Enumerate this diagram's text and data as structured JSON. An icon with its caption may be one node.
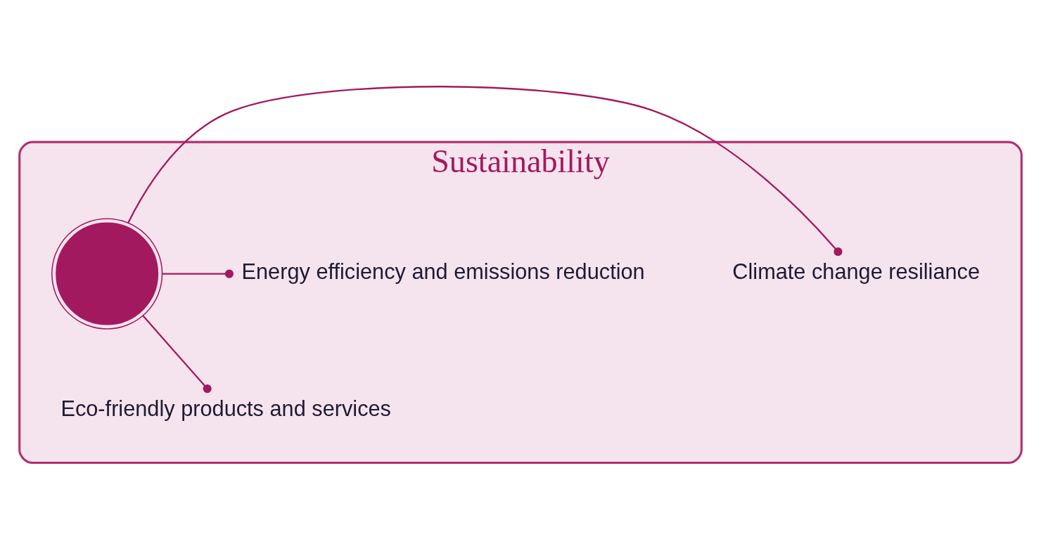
{
  "diagram": {
    "nodes": [
      {
        "text": [
          "Sustainability"
        ]
      },
      {
        "text": [
          "Climate change resiliance"
        ],
        "in": 0
      },
      {
        "text": [],
        "shape": "circle",
        "in": 0
      },
      {
        "text": [
          "Energy efficiency and emissions reduction"
        ],
        "in": 0
      },
      {
        "text": [
          "Eco-friendly products and services"
        ],
        "in": 0
      }
    ],
    "edges": [
      {
        "from": 2,
        "to": 1,
        "arrow": "other"
      },
      {
        "from": 2,
        "to": 3,
        "arrow": "other"
      },
      {
        "from": 2,
        "to": 4,
        "arrow": "other"
      }
    ]
  }
}
